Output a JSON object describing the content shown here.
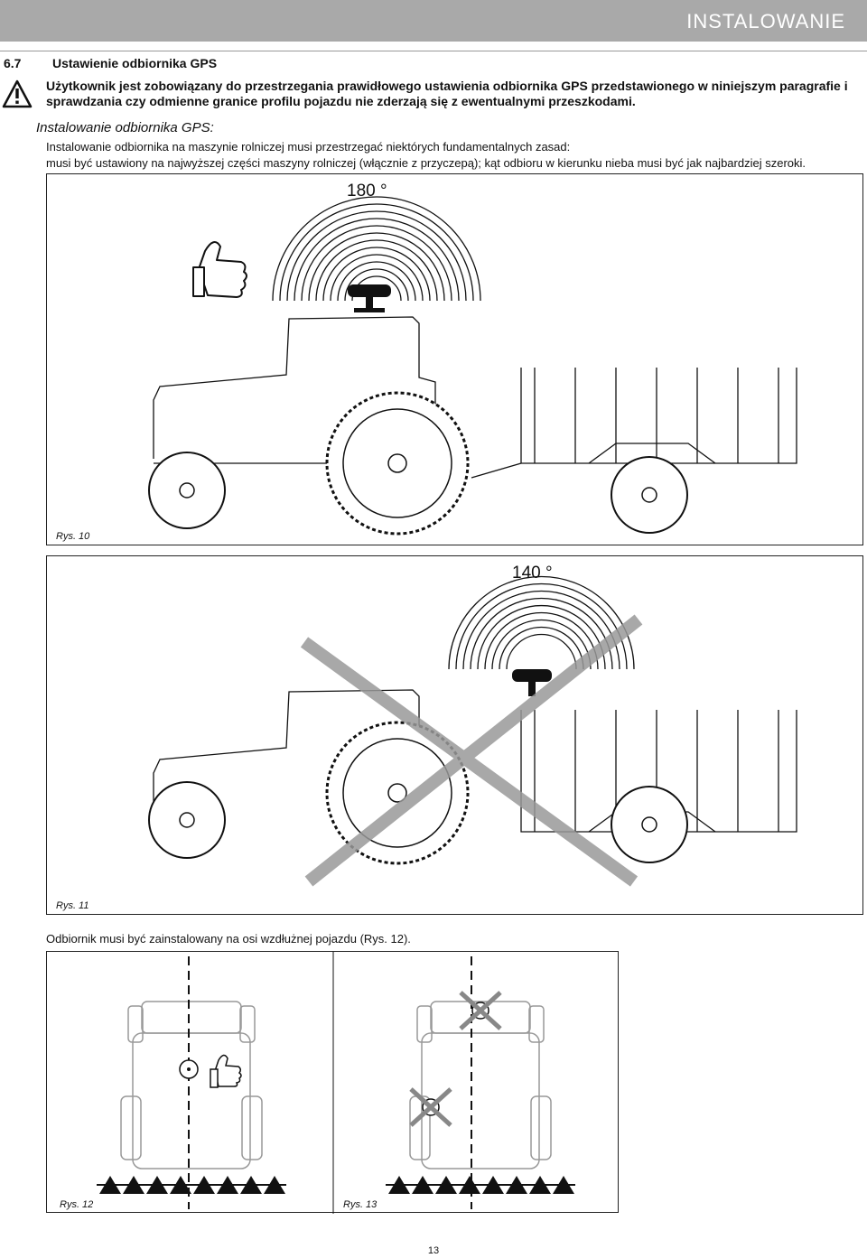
{
  "header": {
    "title": "INSTALOWANIE"
  },
  "section": {
    "number": "6.7",
    "title": "Ustawienie odbiornika GPS"
  },
  "warning": {
    "text": "Użytkownik jest zobowiązany do przestrzegania prawidłowego ustawienia odbiornika GPS przedstawionego w niniejszym paragrafie i sprawdzania czy odmienne granice profilu pojazdu nie zderzają się z ewentualnymi przeszkodami."
  },
  "subtitle": "Instalowanie odbiornika GPS:",
  "paragraphs": {
    "p1": "Instalowanie odbiornika na maszynie rolniczej musi przestrzegać niektórych fundamentalnych zasad:",
    "p2": "musi być ustawiony na najwyższej części maszyny rolniczej (włącznie z przyczepą); kąt odbioru w kierunku nieba musi być jak najbardziej szeroki.",
    "p3": "Odbiornik musi być zainstalowany na osi wzdłużnej pojazdu (Rys. 12)."
  },
  "figures": {
    "fig10": {
      "caption": "Rys. 10",
      "angle": "180 °"
    },
    "fig11": {
      "caption": "Rys. 11",
      "angle": "140 °"
    },
    "fig12": {
      "caption": "Rys. 12"
    },
    "fig13": {
      "caption": "Rys. 13"
    }
  },
  "page": {
    "number": "13"
  }
}
